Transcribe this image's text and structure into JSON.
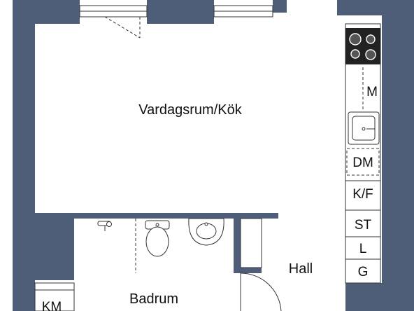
{
  "rooms": {
    "living_kitchen": "Vardagsrum/Kök",
    "bathroom": "Badrum",
    "hall": "Hall"
  },
  "cabinets": {
    "microwave": "M",
    "dishwasher": "DM",
    "fridge_freezer": "K/F",
    "wardrobe": "ST",
    "linen": "L",
    "g": "G",
    "washer": "KM"
  },
  "colors": {
    "wall": "#4f5e78",
    "line": "#333333",
    "background": "#ffffff"
  },
  "icons": {
    "stove": "stove-icon",
    "kitchen_sink": "kitchen-sink-icon",
    "toilet": "toilet-icon",
    "washbasin": "washbasin-icon",
    "shower_valve": "shower-valve-icon"
  }
}
